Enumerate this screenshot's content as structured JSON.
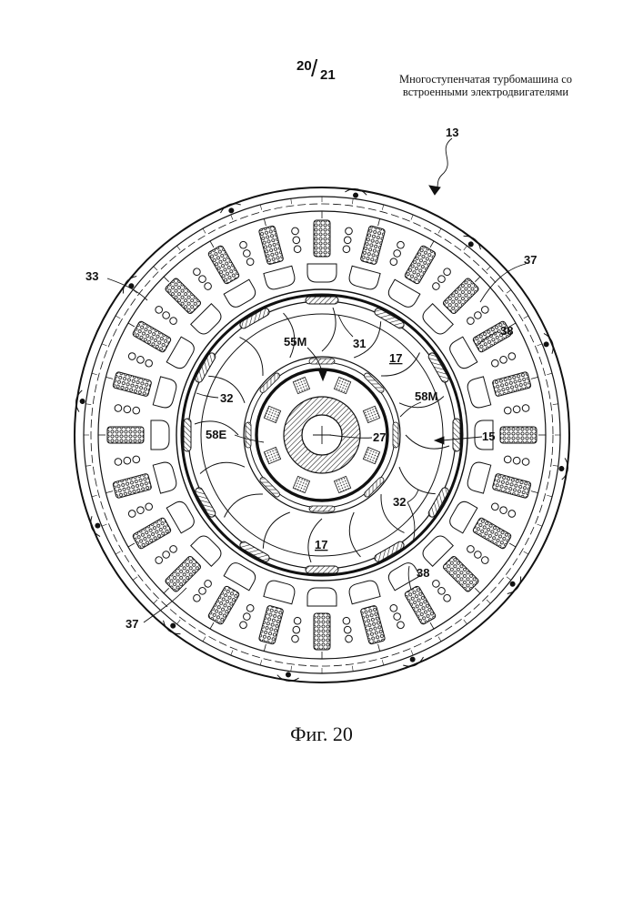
{
  "header": {
    "sheet_number": "20",
    "sheet_total": "21",
    "title_line1": "Многоступенчатая турбомашина со",
    "title_line2": "встроенными электродвигателями"
  },
  "figure": {
    "caption": "Фиг. 20",
    "reference_labels": {
      "r13": "13",
      "r33": "33",
      "r37a": "37",
      "r37b": "37",
      "r38a": "38",
      "r38b": "38",
      "r31": "31",
      "r17a": "17",
      "r17b": "17",
      "r55M": "55M",
      "r58M": "58M",
      "r32a": "32",
      "r32b": "32",
      "r58E": "58E",
      "r27": "27",
      "r15": "15"
    }
  }
}
